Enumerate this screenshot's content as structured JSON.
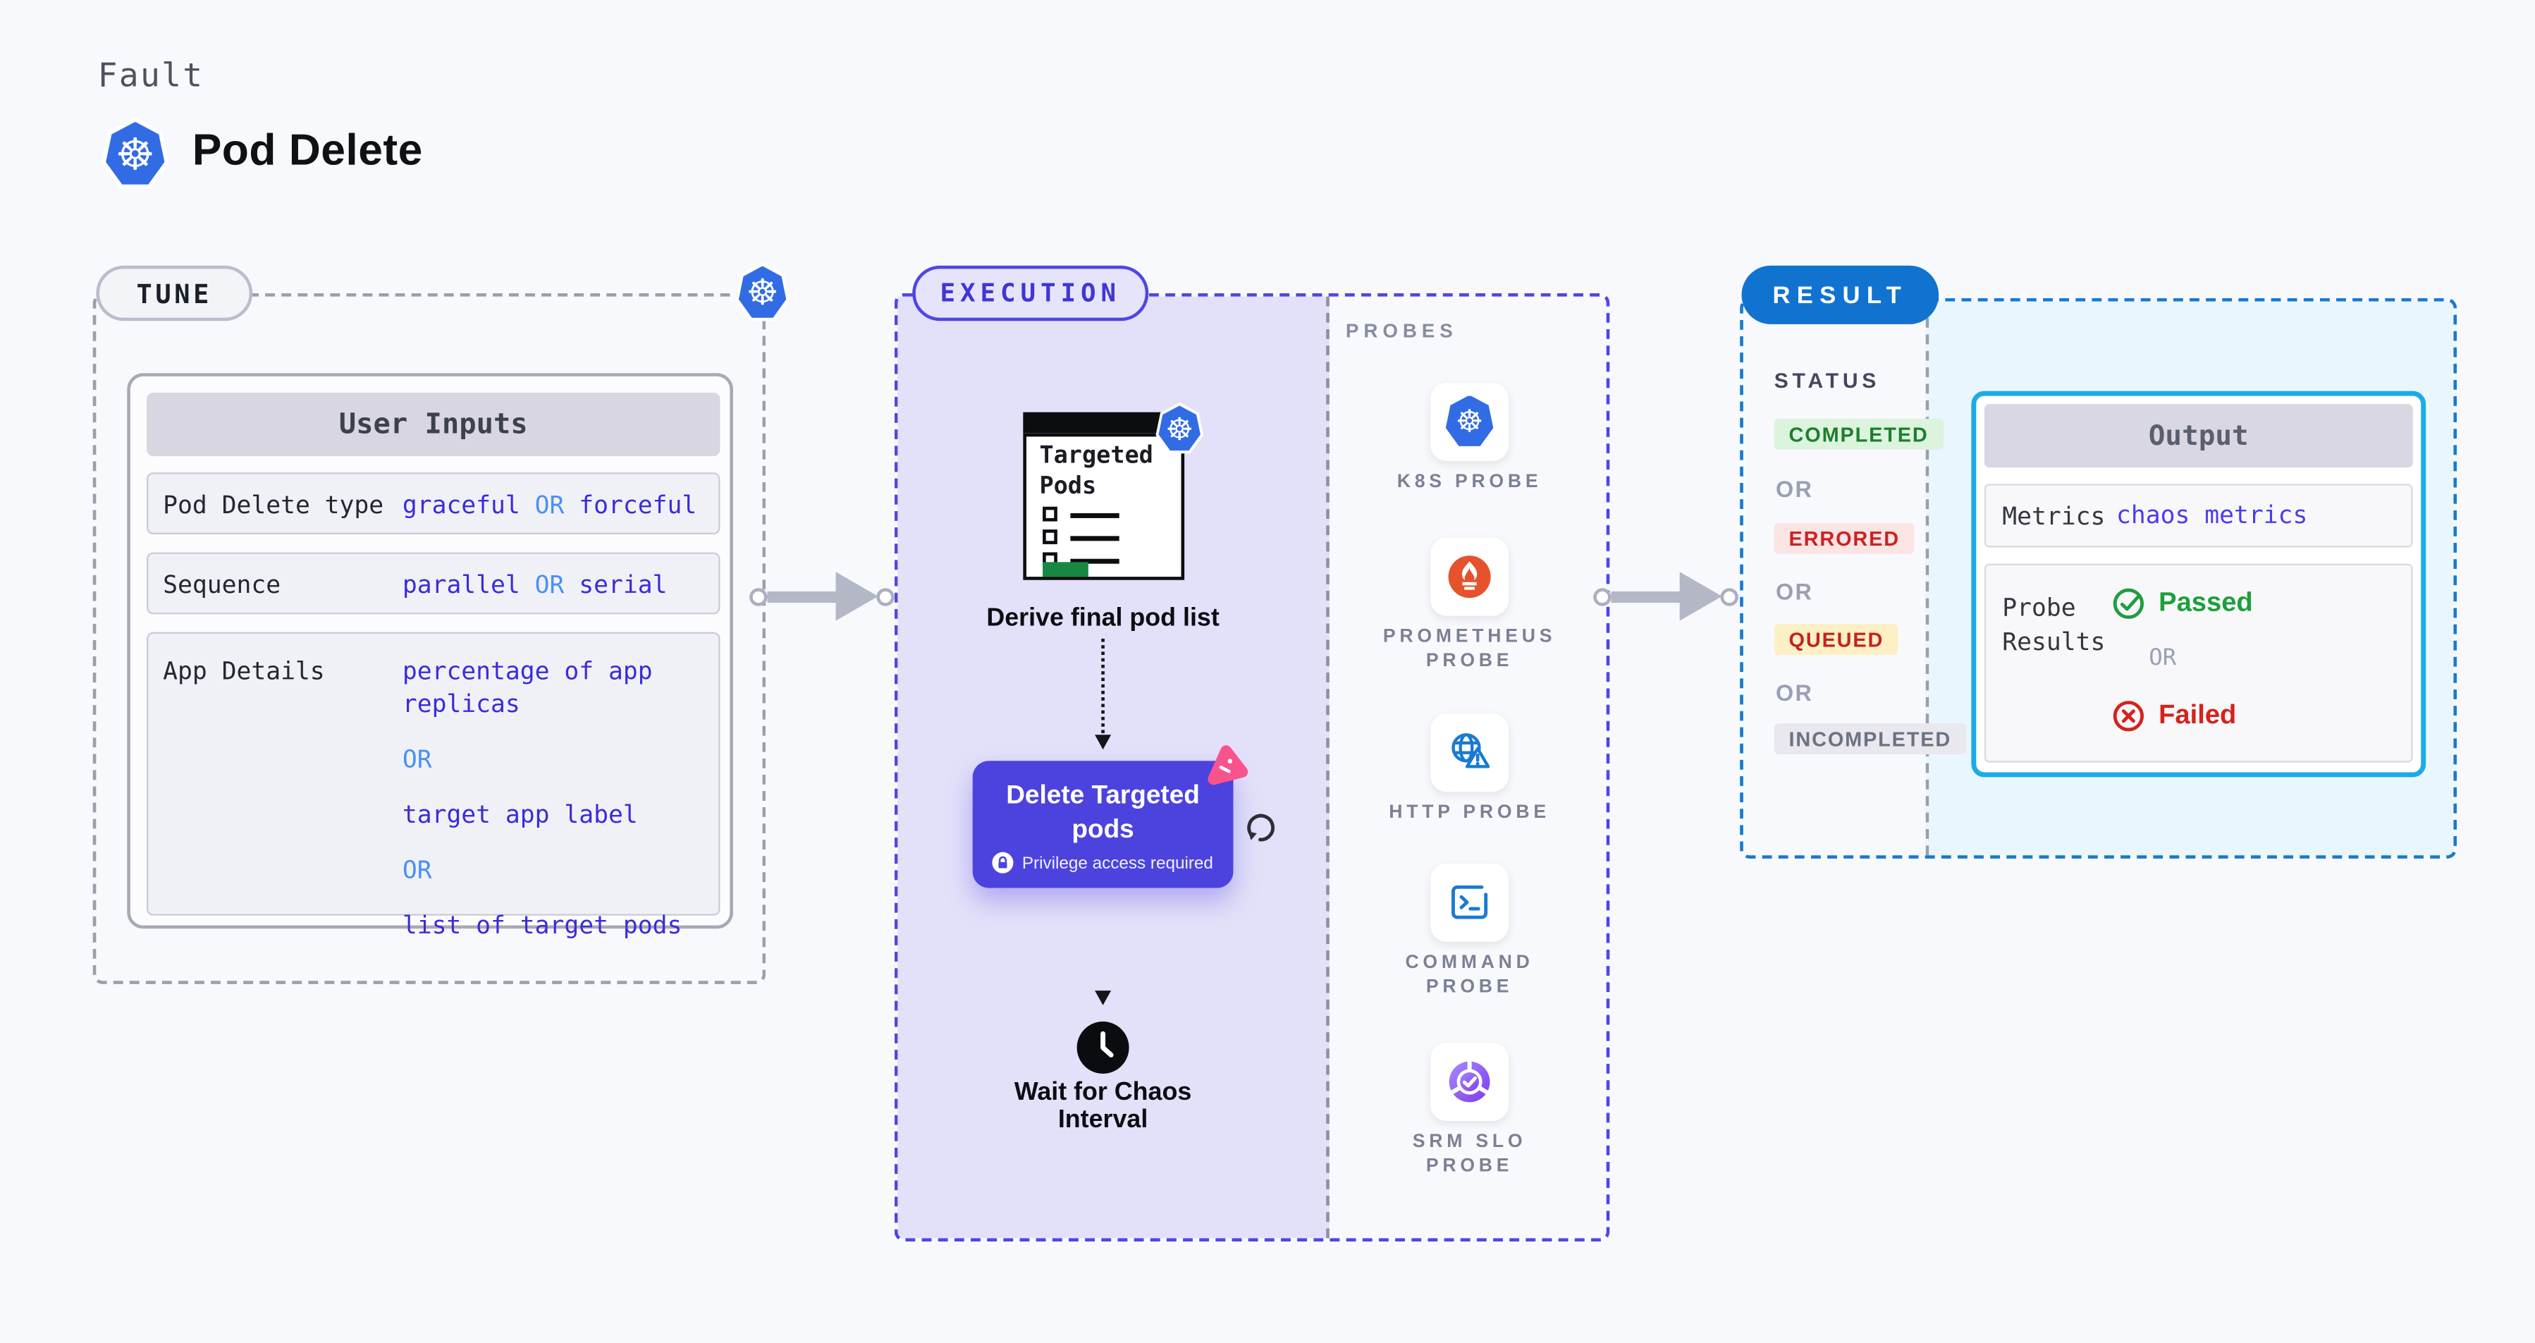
{
  "header": {
    "kicker": "Fault",
    "title": "Pod Delete"
  },
  "tune": {
    "pill": "TUNE",
    "table": {
      "header": "User Inputs",
      "rows": [
        {
          "label": "Pod Delete type",
          "segments": [
            {
              "text": "graceful"
            },
            {
              "text": "OR"
            },
            {
              "text": "forceful"
            }
          ]
        },
        {
          "label": "Sequence",
          "segments": [
            {
              "text": "parallel"
            },
            {
              "text": "OR"
            },
            {
              "text": "serial"
            }
          ]
        },
        {
          "label": "App Details",
          "segments": [
            {
              "text": "percentage of app replicas"
            },
            {
              "text": "OR"
            },
            {
              "text": "target app label"
            },
            {
              "text": "OR"
            },
            {
              "text": "list of target pods"
            }
          ]
        }
      ]
    }
  },
  "execution": {
    "pill": "EXECUTION",
    "node_targeted_pods": "Targeted Pods",
    "step_derive": "Derive final pod list",
    "button_title": "Delete Targeted pods",
    "button_note": "Privilege access required",
    "step_wait": "Wait for Chaos Interval",
    "probes": {
      "title": "PROBES",
      "items": [
        {
          "label": "K8S PROBE",
          "icon": "kubernetes-icon"
        },
        {
          "label": "PROMETHEUS PROBE",
          "icon": "prometheus-icon"
        },
        {
          "label": "HTTP PROBE",
          "icon": "http-globe-warning-icon"
        },
        {
          "label": "COMMAND PROBE",
          "icon": "terminal-icon"
        },
        {
          "label": "SRM SLO PROBE",
          "icon": "slo-donut-check-icon"
        }
      ]
    }
  },
  "result": {
    "pill": "RESULT",
    "status": {
      "title": "STATUS",
      "items": [
        {
          "label": "COMPLETED",
          "tone": "success"
        },
        {
          "label": "OR",
          "tone": "plain"
        },
        {
          "label": "ERRORED",
          "tone": "error"
        },
        {
          "label": "OR",
          "tone": "plain"
        },
        {
          "label": "QUEUED",
          "tone": "warning"
        },
        {
          "label": "OR",
          "tone": "plain"
        },
        {
          "label": "INCOMPLETED",
          "tone": "muted"
        }
      ]
    },
    "output": {
      "header": "Output",
      "metrics_label": "Metrics",
      "metrics_value": "chaos metrics",
      "probe_label": "Probe Results",
      "passed": "Passed",
      "or": "OR",
      "failed": "Failed"
    }
  },
  "colors": {
    "accent_indigo": "#4f46e5",
    "value_indigo": "#3b2bdb",
    "or_blue": "#4a90f5",
    "result_blue": "#1173d0",
    "output_border_cyan": "#1cabe8",
    "k8s_blue": "#326CE5",
    "prometheus_orange": "#e6522c",
    "litmus_pink": "#f9538e",
    "passed_green": "#1d9f3c",
    "failed_red": "#d6221c"
  }
}
